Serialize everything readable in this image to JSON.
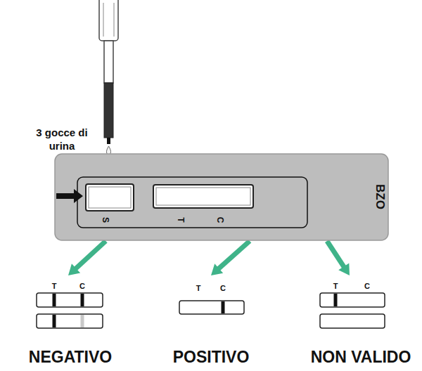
{
  "diagram": {
    "nodes": [
      {
        "text": [
          "S",
          "T",
          "C",
          "BZO"
        ]
      },
      {
        "text": [
          "T",
          "C",
          "NEGATIVO"
        ]
      },
      {
        "text": [
          "T",
          "C",
          "POSITIVO"
        ]
      },
      {
        "text": [
          "T",
          "C",
          "NON VALIDO"
        ]
      }
    ],
    "edges": [
      {
        "from": 0,
        "to": 1,
        "arrow": "to"
      },
      {
        "from": 0,
        "to": 2,
        "arrow": "to"
      },
      {
        "from": 0,
        "to": 3,
        "arrow": "to"
      }
    ],
    "labels": [
      "3 gocce di urina"
    ]
  }
}
